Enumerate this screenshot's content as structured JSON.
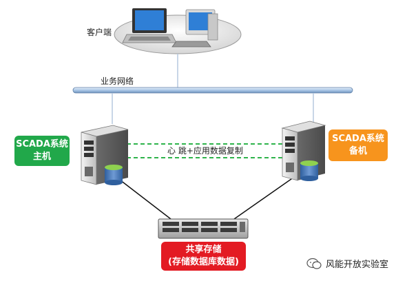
{
  "client_label": "客户端",
  "network_label": "业务网络",
  "heartbeat_label": "心 跳+应用数据复制",
  "primary": {
    "line1": "SCADA系统",
    "line2": "主机",
    "color": "#21a84a"
  },
  "backup": {
    "line1": "SCADA系统",
    "line2": "备机",
    "color": "#f7941d"
  },
  "storage": {
    "line1": "共享存储",
    "line2": "(存储数据库数据)",
    "color": "#e31b23"
  },
  "watermark": {
    "text": "风能开放实验室",
    "icon": "wechat-icon"
  },
  "colors": {
    "bus": "#b9d3ec",
    "heartbeat": "#2db34a",
    "link": "#111111",
    "disk": "#4a78b8"
  }
}
